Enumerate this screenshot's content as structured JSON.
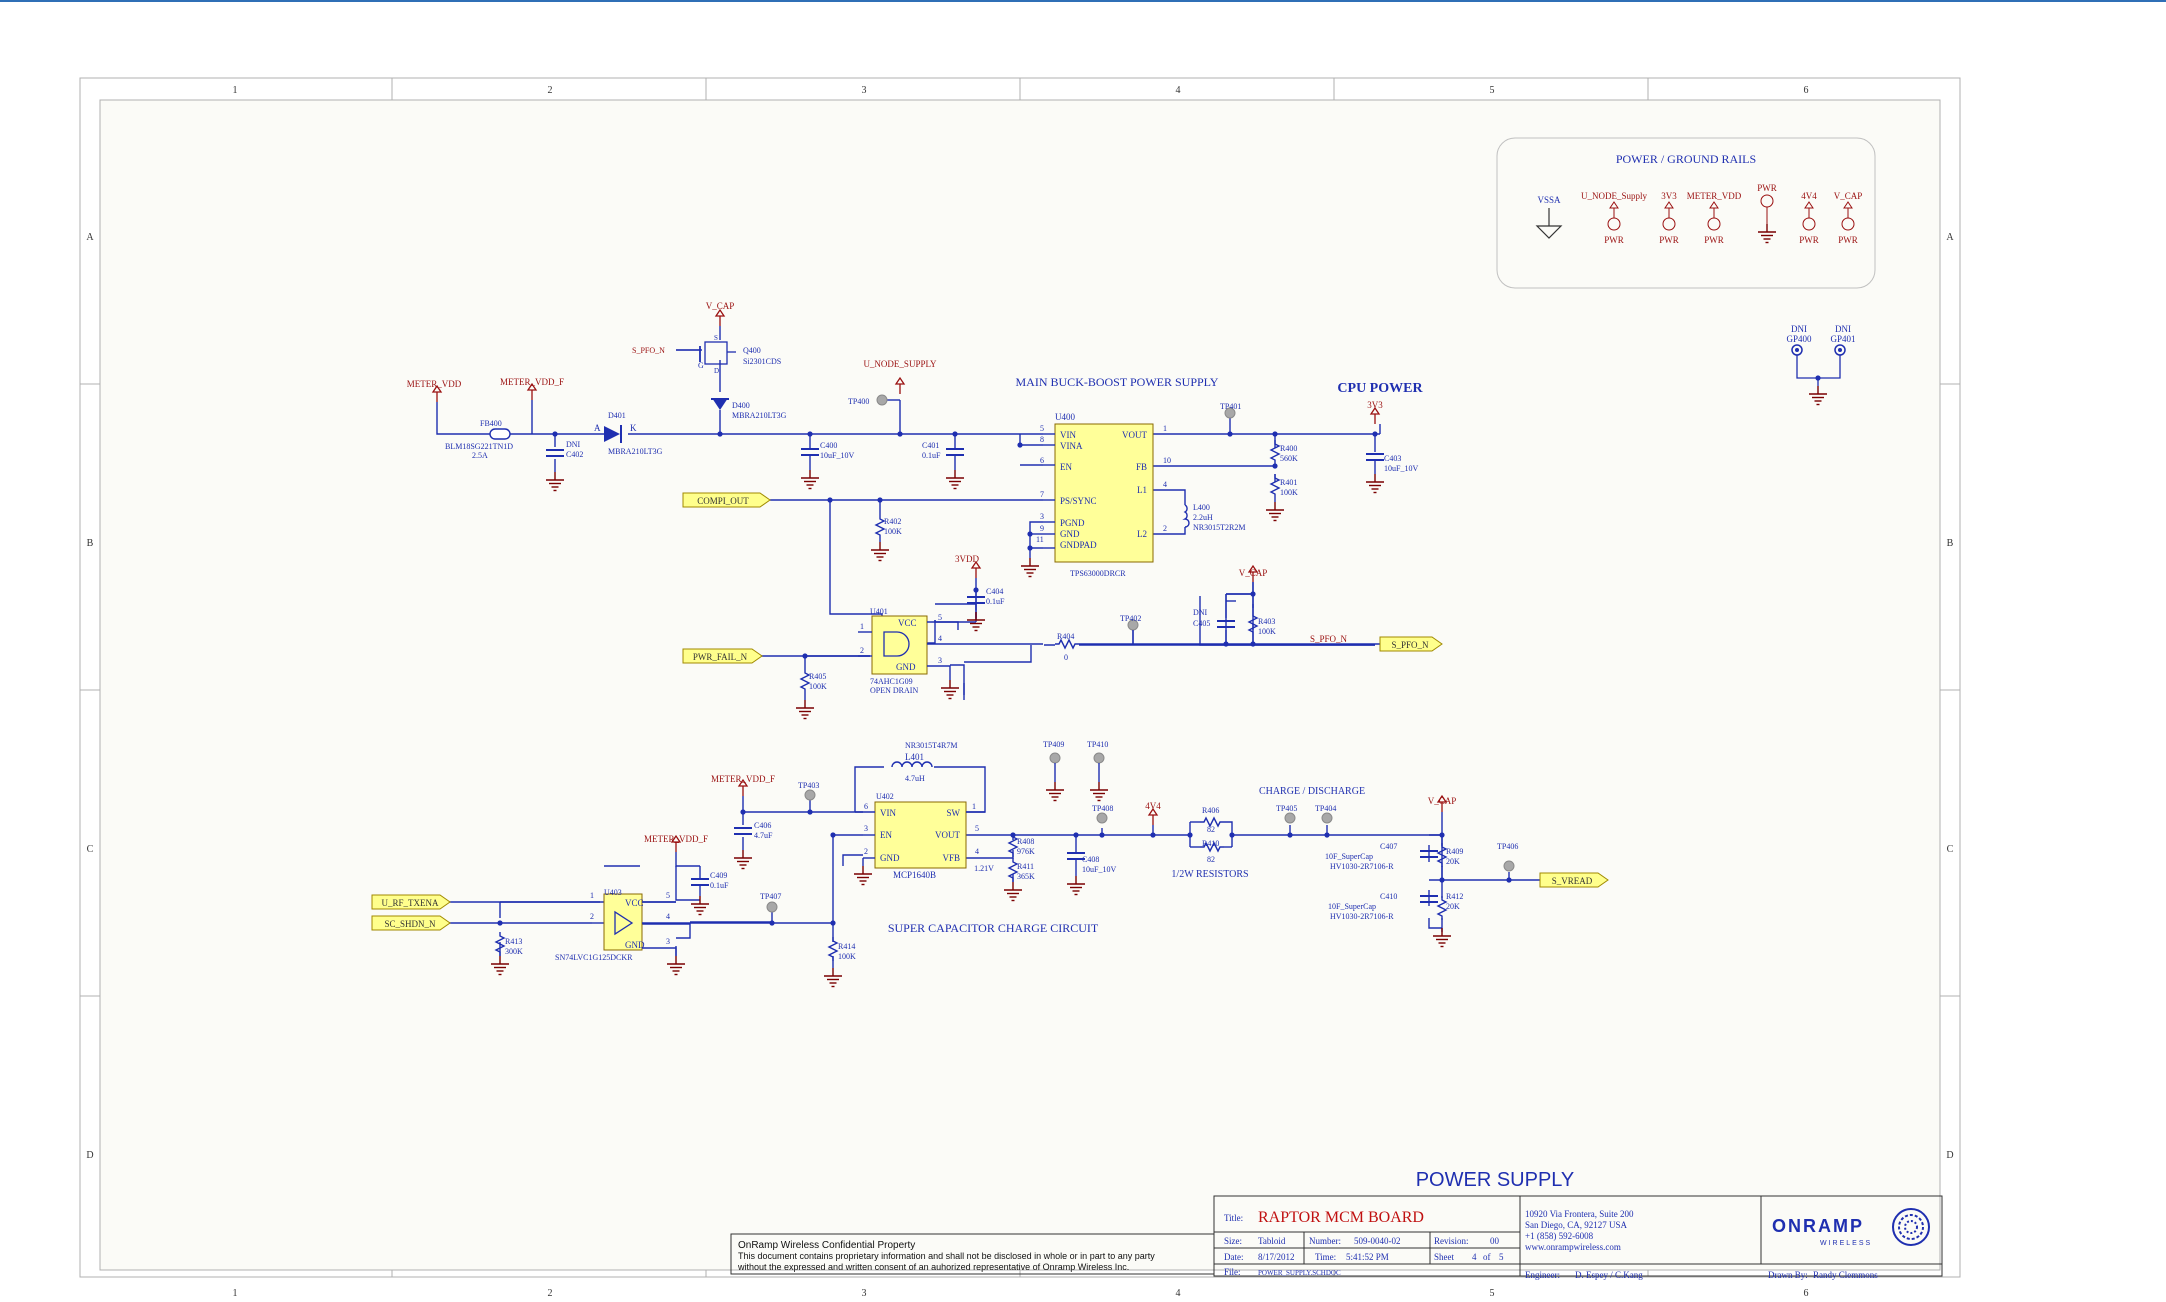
{
  "colors": {
    "wire": "#1f2fb0",
    "text_blue": "#1f2fb0",
    "net_red": "#9a1010",
    "ic_fill": "#ffff99",
    "border": "#b0b0b0",
    "port_fill": "#ffff8c",
    "top_accent": "#2f6fb6",
    "ground": "#7a0000"
  },
  "grid": {
    "columns": [
      "1",
      "2",
      "3",
      "4",
      "5",
      "6"
    ],
    "rows": [
      "A",
      "B",
      "C",
      "D"
    ]
  },
  "rails_box": {
    "title": "POWER / GROUND RAILS",
    "items": [
      {
        "label": "VSSA",
        "sub": "",
        "kind": "ground"
      },
      {
        "label": "U_NODE_Supply",
        "sub": "PWR",
        "kind": "power"
      },
      {
        "label": "3V3",
        "sub": "PWR",
        "kind": "power"
      },
      {
        "label": "METER_VDD",
        "sub": "PWR",
        "kind": "power"
      },
      {
        "label": "PWR",
        "sub": "",
        "kind": "power-ground"
      },
      {
        "label": "4V4",
        "sub": "PWR",
        "kind": "power"
      },
      {
        "label": "V_CAP",
        "sub": "PWR",
        "kind": "power"
      }
    ]
  },
  "dni_gp": {
    "a_dni": "DNI",
    "a_name": "GP400",
    "b_dni": "DNI",
    "b_name": "GP401"
  },
  "section_titles": {
    "buck": "MAIN BUCK-BOOST POWER SUPPLY",
    "cpu": "CPU POWER",
    "supercap": "SUPER CAPACITOR CHARGE CIRCUIT",
    "charge": "CHARGE / DISCHARGE",
    "resistors": "1/2W RESISTORS"
  },
  "nets": {
    "meter_vdd": "METER_VDD",
    "meter_vdd_f": "METER_VDD_F",
    "v_cap": "V_CAP",
    "s_pfo_n": "S_PFO_N",
    "u_node_supply": "U_NODE_SUPPLY",
    "v3v3": "3V3",
    "v3vdd": "3VDD",
    "v4v4": "4V4"
  },
  "ports": {
    "compi_out": "COMPI_OUT",
    "pwr_fail_n": "PWR_FAIL_N",
    "s_pfo_n": "S_PFO_N",
    "u_rf_txena": "U_RF_TXENA",
    "sc_shdn_n": "SC_SHDN_N",
    "s_vread": "S_VREAD"
  },
  "parts": {
    "fb400": {
      "ref": "FB400",
      "value": "BLM18SG221TN1D",
      "value2": "2.5A"
    },
    "c402": {
      "dni": "DNI",
      "ref": "C402"
    },
    "d401": {
      "ref": "D401",
      "value": "MBRA210LT3G",
      "pin_a": "A",
      "pin_k": "K"
    },
    "q400": {
      "ref": "Q400",
      "value": "Si2301CDS",
      "g": "G",
      "s": "S",
      "d": "D"
    },
    "d400": {
      "ref": "D400",
      "value": "MBRA210LT3G"
    },
    "tp400": {
      "ref": "TP400"
    },
    "c400": {
      "ref": "C400",
      "value": "10uF_10V"
    },
    "c401": {
      "ref": "C401",
      "value": "0.1uF"
    },
    "u400": {
      "ref": "U400",
      "value": "TPS63000DRCR",
      "pins_left": [
        "VIN",
        "VINA",
        "EN",
        "PS/SYNC",
        "PGND",
        "GND",
        "GNDPAD"
      ],
      "pins_right": [
        "VOUT",
        "FB",
        "L1",
        "L2"
      ],
      "nums": [
        "5",
        "8",
        "6",
        "7",
        "3",
        "9",
        "11",
        "1",
        "10",
        "4",
        "2"
      ]
    },
    "tp401": {
      "ref": "TP401"
    },
    "r400": {
      "ref": "R400",
      "value": "560K"
    },
    "r401": {
      "ref": "R401",
      "value": "100K"
    },
    "l400": {
      "ref": "L400",
      "value": "2.2uH",
      "value2": "NR3015T2R2M"
    },
    "c403": {
      "ref": "C403",
      "value": "10uF_10V"
    },
    "r402": {
      "ref": "R402",
      "value": "100K"
    },
    "c404": {
      "ref": "C404",
      "value": "0.1uF"
    },
    "u401": {
      "ref": "U401",
      "value": "74AHC1G09",
      "value2": "OPEN DRAIN",
      "vcc": "VCC",
      "gnd": "GND",
      "nums": [
        "1",
        "2",
        "5",
        "4",
        "3"
      ]
    },
    "r405": {
      "ref": "R405",
      "value": "100K"
    },
    "r404": {
      "ref": "R404",
      "value": "0"
    },
    "tp402": {
      "ref": "TP402"
    },
    "c405": {
      "dni": "DNI",
      "ref": "C405"
    },
    "r403": {
      "ref": "R403",
      "value": "100K"
    },
    "l401": {
      "ref": "L401",
      "value": "4.7uH",
      "value2": "NR3015T4R7M"
    },
    "u402": {
      "ref": "U402",
      "value": "MCP1640B",
      "pins_left": [
        "VIN",
        "EN",
        "GND"
      ],
      "pins_right": [
        "SW",
        "VOUT",
        "VFB"
      ],
      "nums": [
        "6",
        "3",
        "2",
        "1",
        "5",
        "4"
      ]
    },
    "tp403": {
      "ref": "TP403"
    },
    "c406": {
      "ref": "C406",
      "value": "4.7uF"
    },
    "c409": {
      "ref": "C409",
      "value": "0.1uF"
    },
    "u403": {
      "ref": "U403",
      "value": "SN74LVC1G125DCKR",
      "vcc": "VCC",
      "gnd": "GND",
      "nums": [
        "1",
        "2",
        "5",
        "4",
        "3"
      ]
    },
    "r413": {
      "ref": "R413",
      "value": "300K"
    },
    "tp407": {
      "ref": "TP407"
    },
    "r414": {
      "ref": "R414",
      "value": "100K"
    },
    "r408": {
      "ref": "R408",
      "value": "976K"
    },
    "r411": {
      "ref": "R411",
      "value": "365K"
    },
    "vfb_v": "1.21V",
    "c408": {
      "ref": "C408",
      "value": "10uF_10V"
    },
    "tp408": {
      "ref": "TP408"
    },
    "tp409": {
      "ref": "TP409"
    },
    "tp410": {
      "ref": "TP410"
    },
    "r406": {
      "ref": "R406",
      "value": "82"
    },
    "r410": {
      "ref": "R410",
      "value": "82"
    },
    "tp405": {
      "ref": "TP405"
    },
    "tp404": {
      "ref": "TP404"
    },
    "c407": {
      "ref": "C407",
      "value": "10F_SuperCap",
      "value2": "HV1030-2R7106-R"
    },
    "c410": {
      "ref": "C410",
      "value": "10F_SuperCap",
      "value2": "HV1030-2R7106-R"
    },
    "r409": {
      "ref": "R409",
      "value": "20K"
    },
    "r412": {
      "ref": "R412",
      "value": "20K"
    },
    "tp406": {
      "ref": "TP406"
    }
  },
  "title_block": {
    "sheet_name": "POWER SUPPLY",
    "confidential_title": "OnRamp Wireless Confidential Property",
    "confidential_line1": "This document contains proprietary information and shall not be disclosed in whole or in part to any party",
    "confidential_line2": "without the expressed and written consent of an auhorized representative of Onramp Wireless Inc.",
    "title_label": "Title:",
    "title_value": "RAPTOR MCM BOARD",
    "size_label": "Size:",
    "size_value": "Tabloid",
    "number_label": "Number:",
    "number_value": "509-0040-02",
    "revision_label": "Revision:",
    "revision_value": "00",
    "date_label": "Date:",
    "date_value": "8/17/2012",
    "time_label": "Time:",
    "time_value": "5:41:52 PM",
    "sheet_label": "Sheet",
    "sheet_value": "4",
    "of_label": "of",
    "of_value": "5",
    "file_label": "File:",
    "file_value": "POWER_SUPPLY.SCHDOC",
    "address1": "10920 Via Frontera, Suite 200",
    "address2": "San Diego, CA, 92127 USA",
    "phone": "+1 (858) 592-6008",
    "web": "www.onrampwireless.com",
    "engineer_label": "Engineer:",
    "engineer_value": "D. Espey / C.Kang",
    "drawn_label": "Drawn By:",
    "drawn_value": "Randy Clemmons",
    "logo_text": "ONRAMP",
    "logo_sub": "WIRELESS"
  }
}
